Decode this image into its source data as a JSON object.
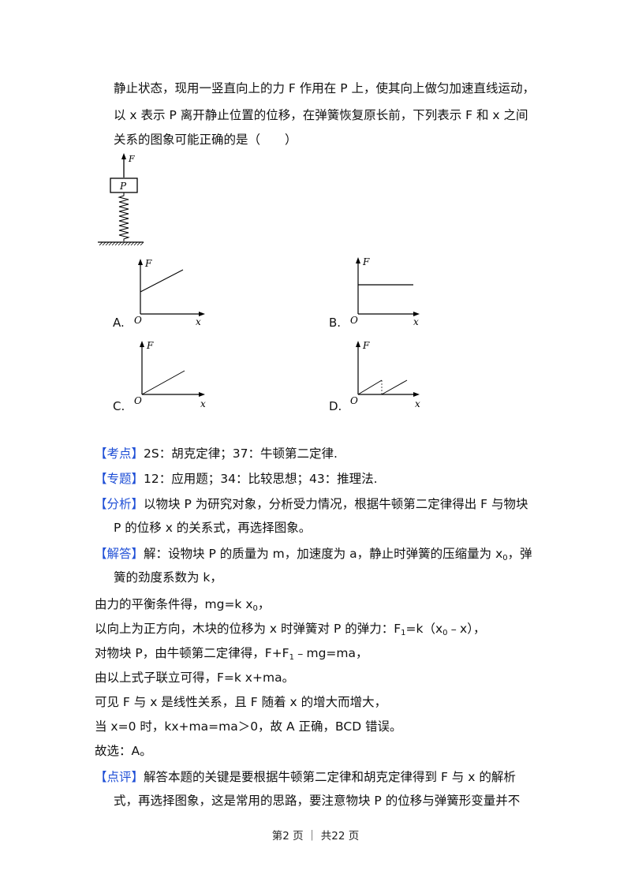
{
  "question": {
    "line1": "静止状态，现用一竖直向上的力 F 作用在 P 上，使其向上做匀加速直线运动，",
    "line2": "以 x 表示 P 离开静止位置的位移，在弹簧恢复原长前，下列表示 F 和 x 之间",
    "line3": "关系的图象可能正确的是（　　）"
  },
  "figure": {
    "force_label": "F",
    "block_label": "P"
  },
  "options": [
    {
      "label": "A.",
      "y_axis": "F",
      "origin": "O",
      "x_axis": "x"
    },
    {
      "label": "B.",
      "y_axis": "F",
      "origin": "O",
      "x_axis": "x"
    },
    {
      "label": "C.",
      "y_axis": "F",
      "origin": "O",
      "x_axis": "x"
    },
    {
      "label": "D.",
      "y_axis": "F",
      "origin": "O",
      "x_axis": "x"
    }
  ],
  "solution": {
    "kaodian_tag": "【考点】",
    "kaodian": "2S：胡克定律；37：牛顿第二定律.",
    "zhuanti_tag": "【专题】",
    "zhuanti": "12：应用题；34：比较思想；43：推理法.",
    "fenxi_tag": "【分析】",
    "fenxi1": "以物块 P 为研究对象，分析受力情况，根据牛顿第二定律得出 F 与物块",
    "fenxi2": "P 的位移 x 的关系式，再选择图象。",
    "jieda_tag": "【解答】",
    "jieda1": "解：设物块 P 的质量为 m，加速度为 a，静止时弹簧的压缩量为 x",
    "jieda1_sub": "0",
    "jieda1_end": "，弹",
    "jieda2": "簧的劲度系数为 k，",
    "l3": "由力的平衡条件得，mg=k x",
    "l3_sub": "0",
    "l3_end": "，",
    "l4a": "以向上为正方向，木块的位移为 x 时弹簧对 P 的弹力：F",
    "l4_sub1": "1",
    "l4b": "=k（x",
    "l4_sub2": "0",
    "l4c": "﹣x），",
    "l5a": "对物块 P，由牛顿第二定律得，F+F",
    "l5_sub": "1",
    "l5b": "﹣mg=ma，",
    "l6": "由以上式子联立可得，F=k x+ma。",
    "l7": "可见 F 与 x 是线性关系，且 F 随着 x 的增大而增大，",
    "l8": "当 x=0 时，kx+ma=ma＞0，故 A 正确，BCD 错误。",
    "l9": "故选：A。",
    "dianping_tag": "【点评】",
    "dianping1": "解答本题的关键是要根据牛顿第二定律和胡克定律得到 F 与 x 的解析",
    "dianping2": "式，再选择图象，这是常用的思路，要注意物块 P 的位移与弹簧形变量并不"
  },
  "footer": "第2 页 ｜ 共22 页"
}
